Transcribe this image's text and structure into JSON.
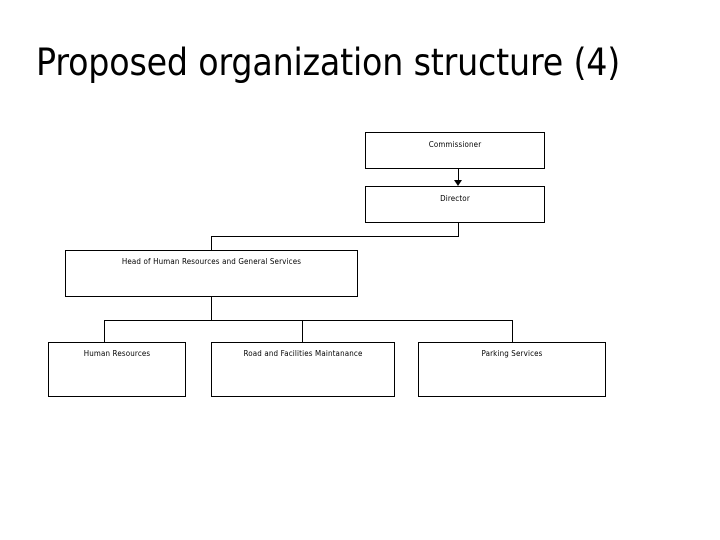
{
  "slide": {
    "title": "Proposed organization structure (4)",
    "background_color": "#ffffff",
    "text_color": "#000000",
    "line_color": "#000000"
  },
  "org_chart": {
    "nodes": [
      {
        "id": "commissioner",
        "label": "Commissioner",
        "level": 0
      },
      {
        "id": "director",
        "label": "Director",
        "level": 1
      },
      {
        "id": "head_hr",
        "label": "Head of Human Resources and General Services",
        "level": 2
      },
      {
        "id": "human_resources",
        "label": "Human Resources",
        "level": 3
      },
      {
        "id": "road_facilities",
        "label": "Road and Facilities Maintanance",
        "level": 3
      },
      {
        "id": "parking_services",
        "label": "Parking Services",
        "level": 3
      }
    ],
    "edges": [
      {
        "from": "commissioner",
        "to": "director",
        "arrowhead": "down"
      },
      {
        "from": "director",
        "to": "head_hr",
        "arrowhead": "none"
      },
      {
        "from": "head_hr",
        "to": "human_resources",
        "arrowhead": "none"
      },
      {
        "from": "head_hr",
        "to": "road_facilities",
        "arrowhead": "none"
      },
      {
        "from": "head_hr",
        "to": "parking_services",
        "arrowhead": "none"
      }
    ]
  }
}
